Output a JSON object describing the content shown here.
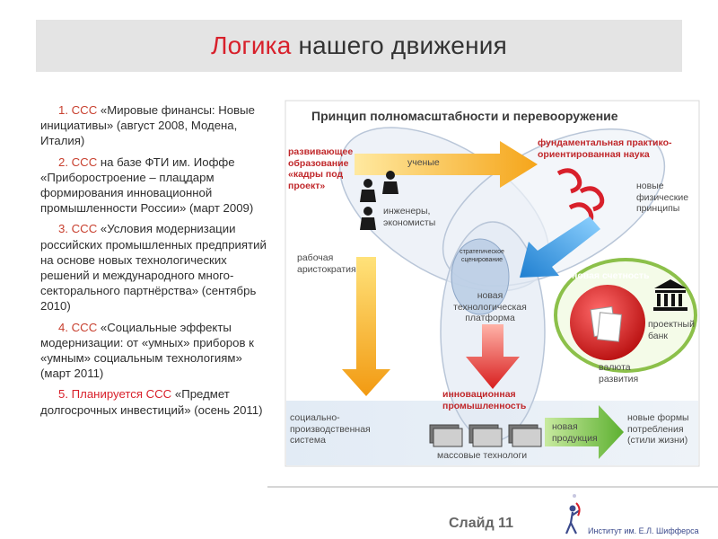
{
  "slide": {
    "title_accent": "Логика",
    "title_rest": " нашего движения",
    "slide_number": "Слайд 11",
    "institute": "Институт им. Е.Л. Шифферса"
  },
  "items": [
    {
      "num": "1. ССС",
      "text": " «Мировые финансы: Новые инициативы» (август 2008, Модена, Италия)"
    },
    {
      "num": "2. ССС",
      "text": " на базе ФТИ им. Иоффе «Приборостроение – плацдарм формирования инновационной промышленности России» (март 2009)"
    },
    {
      "num": "3. ССС",
      "text": " «Условия модернизации российских промышленных предприятий на основе новых технологических решений и международного много-секторального партнёрства» (сентябрь 2010)"
    },
    {
      "num": "4. ССС",
      "text": " «Социальные эффекты модернизации: от «умных» приборов к «умным» социальным технологиям» (март 2011)"
    },
    {
      "num": "5. Планируется ССС",
      "text": " «Предмет долгосрочных инвестиций» (осень 2011)"
    }
  ],
  "diagram": {
    "heading": "Принцип полномасштабности и перевооружение",
    "dev_education": "развивающее образование «кадры под проект»",
    "scientists": "ученые",
    "fundamental": "фундаментальная практико-ориентированная наука",
    "engineers": "инженеры, экономисты",
    "new_principles": "новые физические принципы",
    "working_aristocracy": "рабочая аристократия",
    "strategic": "стратегическое сценирование",
    "new_reporting": "новая счетность",
    "new_platform": "новая технологическая платформа",
    "project_bank": "проектный банк",
    "currency": "валюта развития",
    "innovation_industry": "инновационная промышленность",
    "social_system": "социально-производственная система",
    "new_product": "новая продукция",
    "mass_tech": "массовые технологи",
    "consumption": "новые формы потребления (стили жизни)"
  },
  "colors": {
    "accent_red": "#d8202b",
    "orange_arrow": "#f5b21a",
    "blue_arrow": "#2a8fd8",
    "green": "#7fbf3a"
  }
}
